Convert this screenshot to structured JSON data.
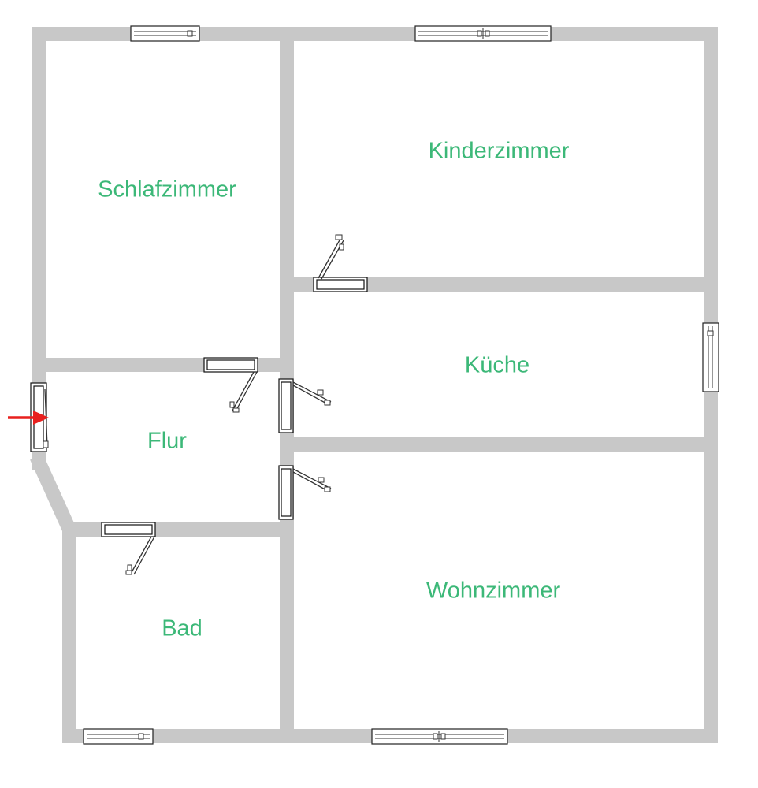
{
  "rooms": {
    "schlafzimmer": "Schlafzimmer",
    "kinderzimmer": "Kinderzimmer",
    "kueche": "Küche",
    "flur": "Flur",
    "bad": "Bad",
    "wohnzimmer": "Wohnzimmer"
  },
  "colors": {
    "label": "#3cb878",
    "wall": "#c8c8c8",
    "entrance_arrow": "#e8201e",
    "background": "#ffffff"
  }
}
